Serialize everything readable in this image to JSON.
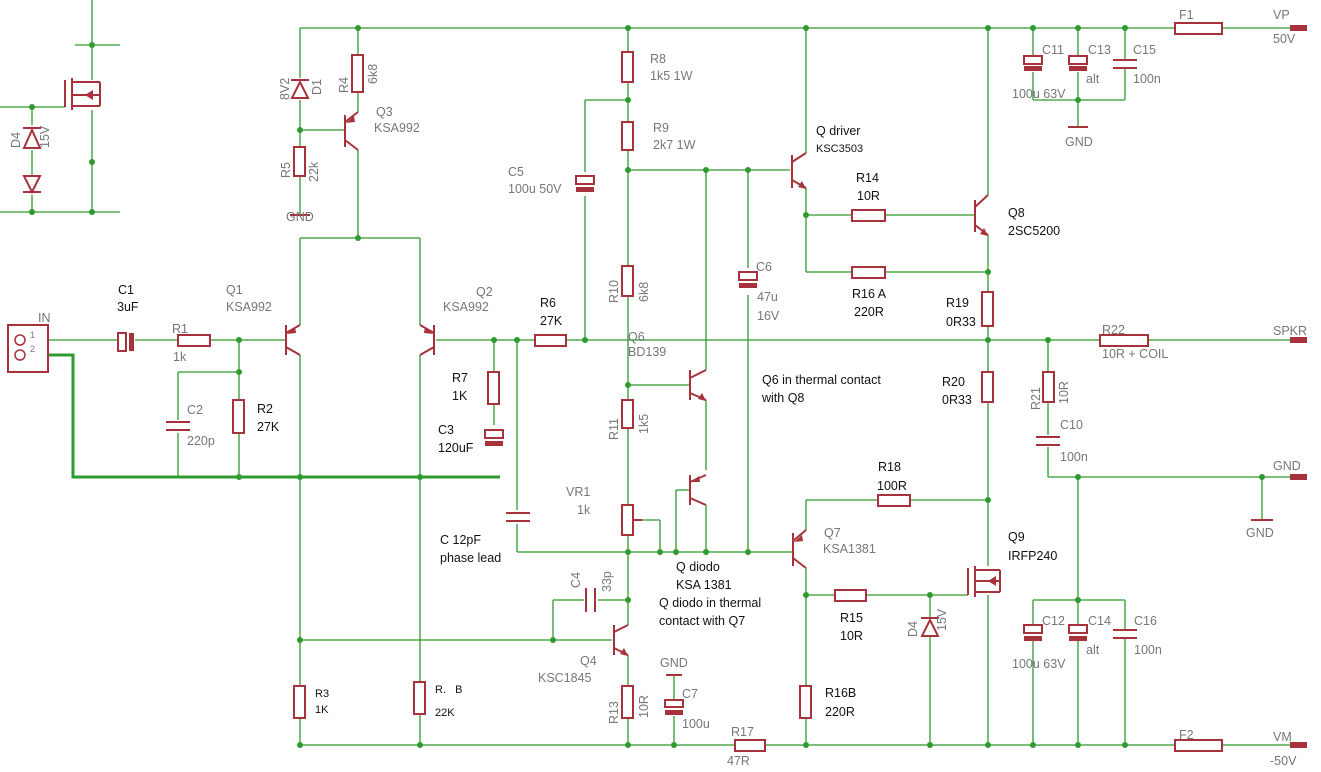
{
  "rails": {
    "vp": "VP",
    "vp_value": "50V",
    "vm": "VM",
    "vm_value": "-50V",
    "spkr": "SPKR",
    "gnd": "GND"
  },
  "connector": {
    "name": "IN",
    "pin1": "1",
    "pin2": "2"
  },
  "fuses": {
    "f1": "F1",
    "f2": "F2"
  },
  "transistors": {
    "q1_name": "Q1",
    "q1_value": "KSA992",
    "q2_name": "Q2",
    "q2_value": "KSA992",
    "q3_name": "Q3",
    "q3_value": "KSA992",
    "q4_name": "Q4",
    "q4_value": "KSC1845",
    "q6_name": "Q6",
    "q6_value": "BD139",
    "q7_name": "Q7",
    "q7_value": "KSA1381",
    "q8_name": "Q8",
    "q8_value": "2SC5200",
    "q9_name": "Q9",
    "q9_value": "IRFP240",
    "qdriver_name": "Q driver",
    "qdriver_value": "KSC3503",
    "qdiodo_name": "Q diodo",
    "qdiodo_value": "KSA 1381"
  },
  "resistors": {
    "r1_name": "R1",
    "r1_value": "1k",
    "r2_name": "R2",
    "r2_value": "27K",
    "r3_name": "R3",
    "r3_value": "1K",
    "r4_name": "R4",
    "r4_value": "6k8",
    "r5_name": "R5",
    "r5_value": "22k",
    "r6_name": "R6",
    "r6_value": "27K",
    "r7_name": "R7",
    "r7_value": "1K",
    "r8_name": "R8",
    "r8_value": "1k5 1W",
    "r9_name": "R9",
    "r9_value": "2k7 1W",
    "r10_name": "R10",
    "r10_value": "6k8",
    "r11_name": "R11",
    "r11_value": "1k5",
    "r13_name": "R13",
    "r13_value": "10R",
    "r14_name": "R14",
    "r14_value": "10R",
    "r15_name": "R15",
    "r15_value": "10R",
    "r16a_name": "R16 A",
    "r16a_value": "220R",
    "r16b_name": "R16B",
    "r16b_value": "220R",
    "r17_name": "R17",
    "r17_value": "47R",
    "r18_name": "R18",
    "r18_value": "100R",
    "r19_name": "R19",
    "r19_value": "0R33",
    "r20_name": "R20",
    "r20_value": "0R33",
    "r21_name": "R21",
    "r21_value": "10R",
    "r22_name": "R22",
    "r22_value": "10R + COIL",
    "rb_name": "R.   B",
    "rb_value": "22K",
    "vr1_name": "VR1",
    "vr1_value": "1k"
  },
  "capacitors": {
    "c1_name": "C1",
    "c1_value": "3uF",
    "c2_name": "C2",
    "c2_value": "220p",
    "c3_name": "C3",
    "c3_value": "120uF",
    "c4_name": "C4",
    "c4_value": "33p",
    "c5_name": "C5",
    "c5_value": "100u 50V",
    "c6_name": "C6",
    "c6_value": "47u",
    "c6_value2": "16V",
    "c7_name": "C7",
    "c7_value": "100u",
    "c10_name": "C10",
    "c10_value": "100n",
    "c11_name": "C11",
    "c11_value": "100u 63V",
    "c12_name": "C12",
    "c12_value": "100u 63V",
    "c13_name": "C13",
    "c13_value": "alt",
    "c14_name": "C14",
    "c14_value": "alt",
    "c15_name": "C15",
    "c15_value": "100n",
    "c16_name": "C16",
    "c16_value": "100n",
    "cpl_name": "C 12pF",
    "cpl_value": "phase lead"
  },
  "diodes": {
    "d1_name": "D1",
    "d1_value": "8V2",
    "d4_name": "D4",
    "d4_value": "15V",
    "d4b_name": "D4",
    "d4b_value": "15V"
  },
  "notes": {
    "q6_line1": "Q6 in thermal contact",
    "q6_line2": "with Q8",
    "qd_line1": "Q diodo in thermal",
    "qd_line2": "contact with Q7"
  },
  "colors": {
    "wire": "#2f9a2f",
    "part": "#a8323b",
    "ground_trace": "#2a9a2a",
    "label_gray": "#777777",
    "label_black": "#111111"
  }
}
